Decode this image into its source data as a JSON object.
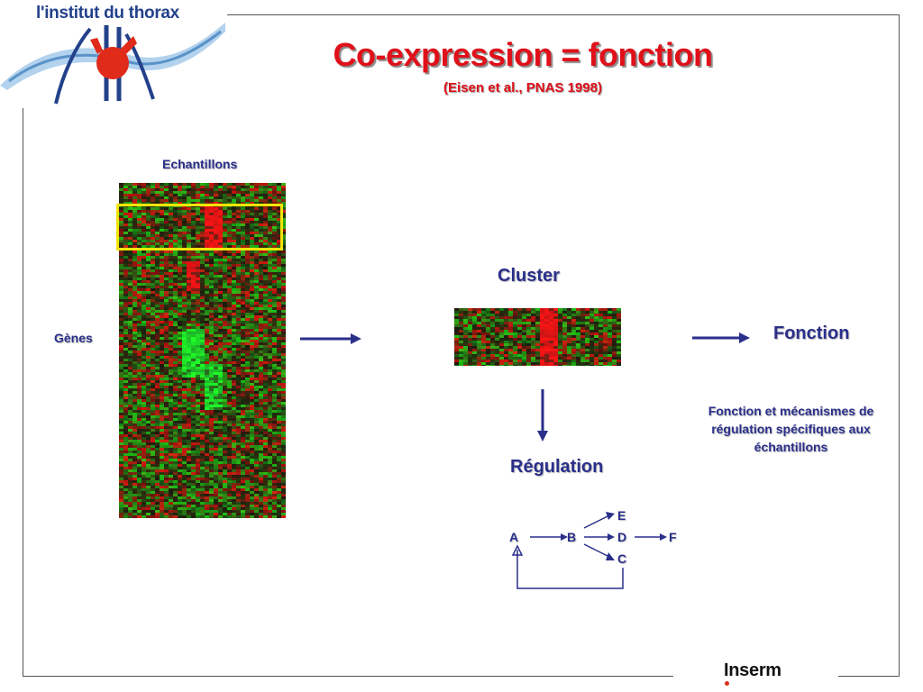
{
  "brand": {
    "logo_text": "l'institut du thorax",
    "footer_logo": "Inserm"
  },
  "slide": {
    "title": "Co-expression = fonction",
    "subtitle": "(Eisen et al., PNAS 1998)"
  },
  "heatmap": {
    "samples_label": "Echantillons",
    "genes_label": "Gènes"
  },
  "cluster": {
    "label": "Cluster"
  },
  "function": {
    "label": "Fonction",
    "description_line1": "Fonction et mécanismes de",
    "description_line2": "régulation spécifiques aux",
    "description_line3": "échantillons"
  },
  "regulation": {
    "label": "Régulation",
    "nodes": {
      "a": "A",
      "b": "B",
      "c": "C",
      "d": "D",
      "e": "E",
      "f": "F"
    }
  },
  "colors": {
    "title_red": "#e0101a",
    "label_blue": "#2a2f8a",
    "highlight_yellow": "#f2e40a"
  }
}
